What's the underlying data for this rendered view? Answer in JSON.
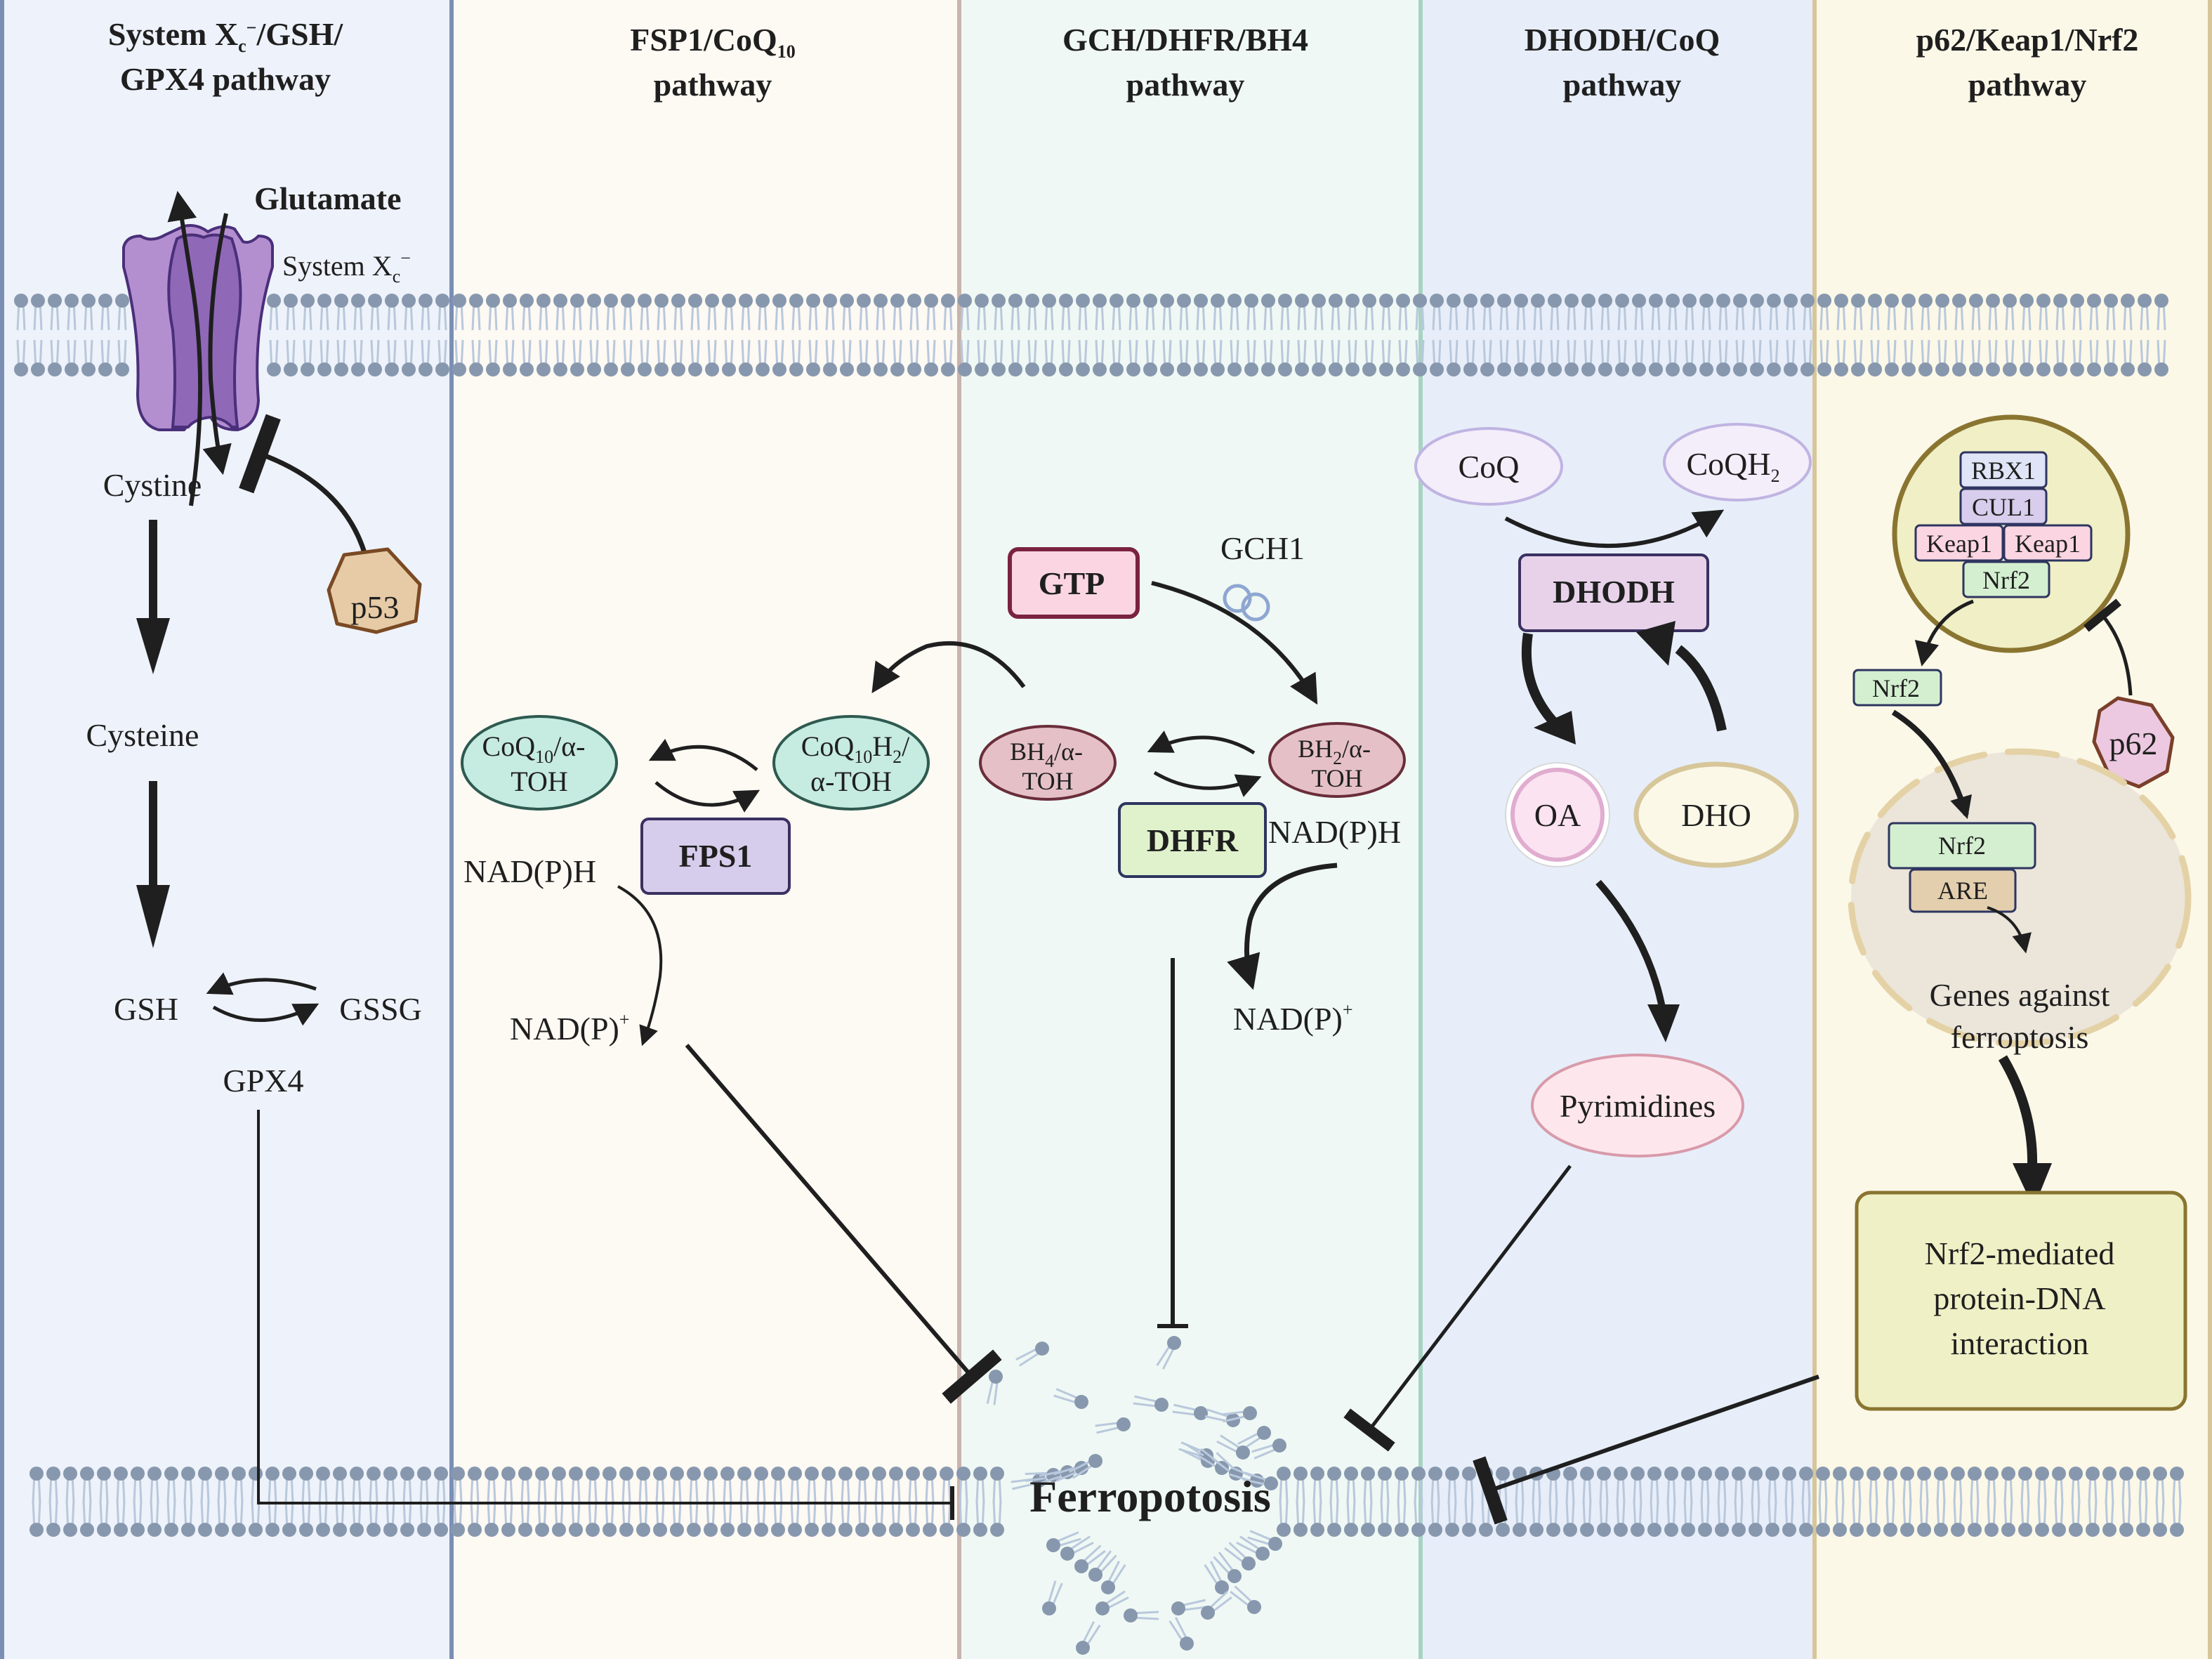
{
  "figure": {
    "subject": "Ferroptosis defense pathways",
    "central_label": "Ferropotosis"
  },
  "colors": {
    "panel_1_bg": "#eef2fa",
    "panel_2_bg": "#fdf9f3",
    "panel_3_bg": "#eff8f4",
    "panel_4_bg": "#e7eef9",
    "panel_5_bg": "#fbf8e8",
    "divider_1": "#7b8fb5",
    "divider_2": "#c8b3ad",
    "divider_3": "#a7d3c3",
    "divider_4": "#d6c69a",
    "membrane_head": "#8798ae",
    "membrane_tail": "#b9c8dc",
    "transporter": "#b48fd0",
    "transporter_dark": "#9068b8",
    "arrow": "#1f1f1f"
  },
  "panels": [
    {
      "id": "xc-gsh-gpx4",
      "title_line1_pre": "System X",
      "title_sub": "c",
      "title_sup": "−",
      "title_line1_post": "/GSH/",
      "title_line2": "GPX4 pathway",
      "labels": {
        "glutamate": "Glutamate",
        "transporter_pre": "System X",
        "transporter_sub": "c",
        "transporter_sup": "−",
        "cystine": "Cystine",
        "cysteine": "Cysteine",
        "gsh": "GSH",
        "gssg": "GSSG",
        "gpx4": "GPX4",
        "p53": "p53"
      }
    },
    {
      "id": "fsp1-coq10",
      "title_line1_pre": "FSP1/CoQ",
      "title_sub": "10",
      "title_line2": "pathway",
      "labels": {
        "coq10_pre": "CoQ",
        "coq10_sub": "10",
        "coq10_post": "/α-",
        "coq10_line2": "TOH",
        "coq10h2_pre": "CoQ",
        "coq10h2_sub": "10",
        "coq10h2_mid": "H",
        "coq10h2_sub2": "2",
        "coq10h2_post": "/",
        "coq10h2_line2": "α-TOH",
        "enzyme": "FPS1",
        "nadph": "NAD(P)H",
        "nadp_pre": "NAD(P)",
        "nadp_sup": "+"
      }
    },
    {
      "id": "gch-dhfr-bh4",
      "title_line1": "GCH/DHFR/BH4",
      "title_line2": "pathway",
      "labels": {
        "gtp": "GTP",
        "gch1": "GCH1",
        "bh4_pre": "BH",
        "bh4_sub": "4",
        "bh4_post": "/α-",
        "bh4_line2": "TOH",
        "bh2_pre": "BH",
        "bh2_sub": "2",
        "bh2_post": "/α-",
        "bh2_line2": "TOH",
        "enzyme": "DHFR",
        "nadph": "NAD(P)H",
        "nadp_pre": "NAD(P)",
        "nadp_sup": "+"
      }
    },
    {
      "id": "dhodh-coq",
      "title_line1": "DHODH/CoQ",
      "title_line2": "pathway",
      "labels": {
        "coq": "CoQ",
        "coqh2_pre": "CoQH",
        "coqh2_sub": "2",
        "enzyme": "DHODH",
        "oa": "OA",
        "dho": "DHO",
        "pyrimidines": "Pyrimidines"
      }
    },
    {
      "id": "p62-keap1-nrf2",
      "title_line1": "p62/Keap1/Nrf2",
      "title_line2": "pathway",
      "labels": {
        "rbx1": "RBX1",
        "cul1": "CUL1",
        "keap1_a": "Keap1",
        "keap1_b": "Keap1",
        "nrf2_complex": "Nrf2",
        "nrf2_free": "Nrf2",
        "p62": "p62",
        "nrf2_nuclear": "Nrf2",
        "are": "ARE",
        "genes_line1": "Genes against",
        "genes_line2": "ferroptosis",
        "outcome_line1": "Nrf2-mediated",
        "outcome_line2": "protein-DNA",
        "outcome_line3": "interaction"
      }
    }
  ]
}
